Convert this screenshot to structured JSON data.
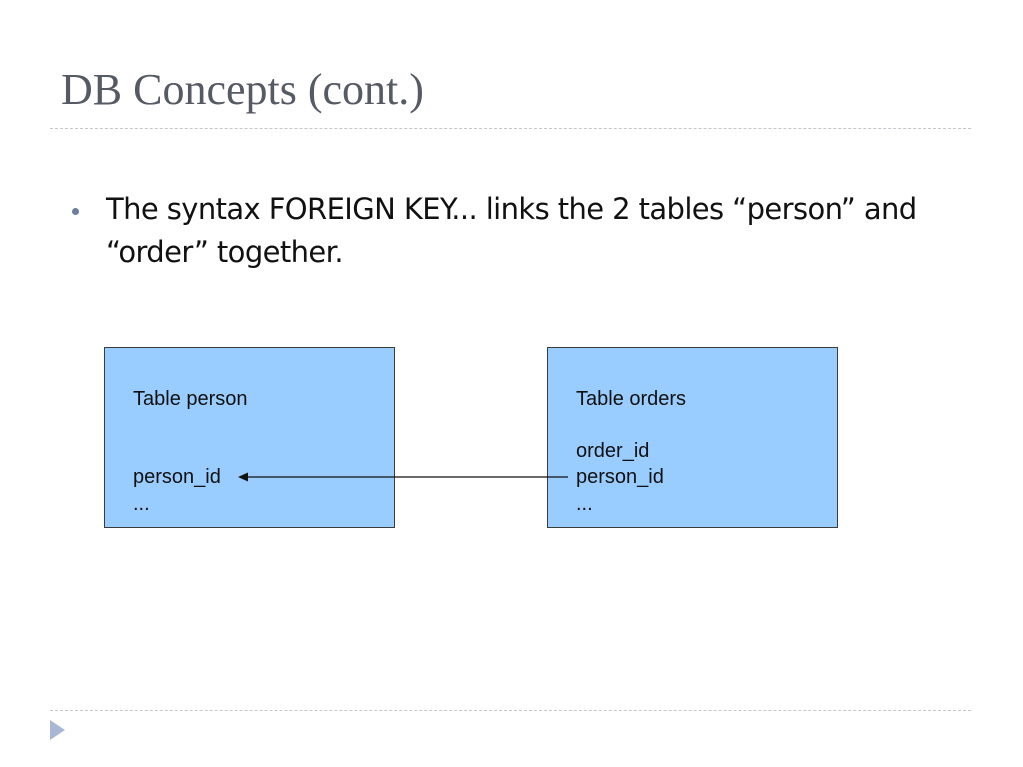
{
  "slide": {
    "title": "DB Concepts (cont.)",
    "bullets": [
      "The syntax FOREIGN KEY... links the 2 tables “person” and “order” together."
    ]
  },
  "diagram": {
    "person_table": {
      "title": "Table person",
      "fields": [
        "person_id",
        "..."
      ]
    },
    "orders_table": {
      "title": "Table orders",
      "fields": [
        "order_id",
        "person_id",
        "..."
      ]
    }
  },
  "colors": {
    "title": "#555a64",
    "table_fill": "#99ccff",
    "table_border": "#3c3c3c",
    "nav_arrow": "#a8b8d4"
  },
  "icons": {
    "bullet": "bullet-dot-icon",
    "nav": "triangle-right-icon"
  }
}
